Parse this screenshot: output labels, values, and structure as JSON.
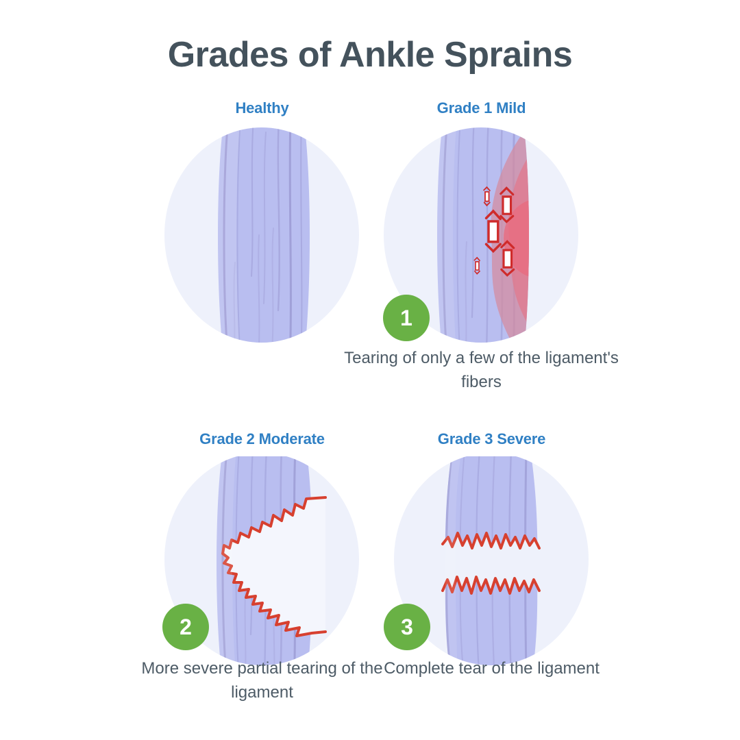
{
  "title": "Grades of Ankle Sprains",
  "theme": {
    "title_color": "#44525c",
    "heading_color": "#3080c4",
    "caption_color": "#4d5b66",
    "badge_color": "#69b145",
    "badge_text_color": "#ffffff",
    "circle_bg": "#eef1fb",
    "ligament_fill": "#b9bef0",
    "ligament_fiber": "#9a98d2",
    "tear_red": "#d7402f",
    "inflammation_outer": "#d48a9e",
    "inflammation_mid": "#e0798e",
    "inflammation_inner": "#e86b7f",
    "page_bg": "#ffffff"
  },
  "panels": [
    {
      "id": "healthy",
      "heading": "Healthy",
      "badge": "",
      "caption": "",
      "illustration": "healthy-ligament-illustration"
    },
    {
      "id": "grade1",
      "heading": "Grade 1 Mild",
      "badge": "1",
      "caption": "Tearing of only a few of the ligament's fibers",
      "illustration": "grade1-inflamed-ligament-illustration"
    },
    {
      "id": "grade2",
      "heading": "Grade 2 Moderate",
      "badge": "2",
      "caption": "More severe partial tearing of the ligament",
      "illustration": "grade2-partial-tear-illustration"
    },
    {
      "id": "grade3",
      "heading": "Grade 3 Severe",
      "badge": "3",
      "caption": "Complete tear of the ligament",
      "illustration": "grade3-complete-tear-illustration"
    }
  ]
}
